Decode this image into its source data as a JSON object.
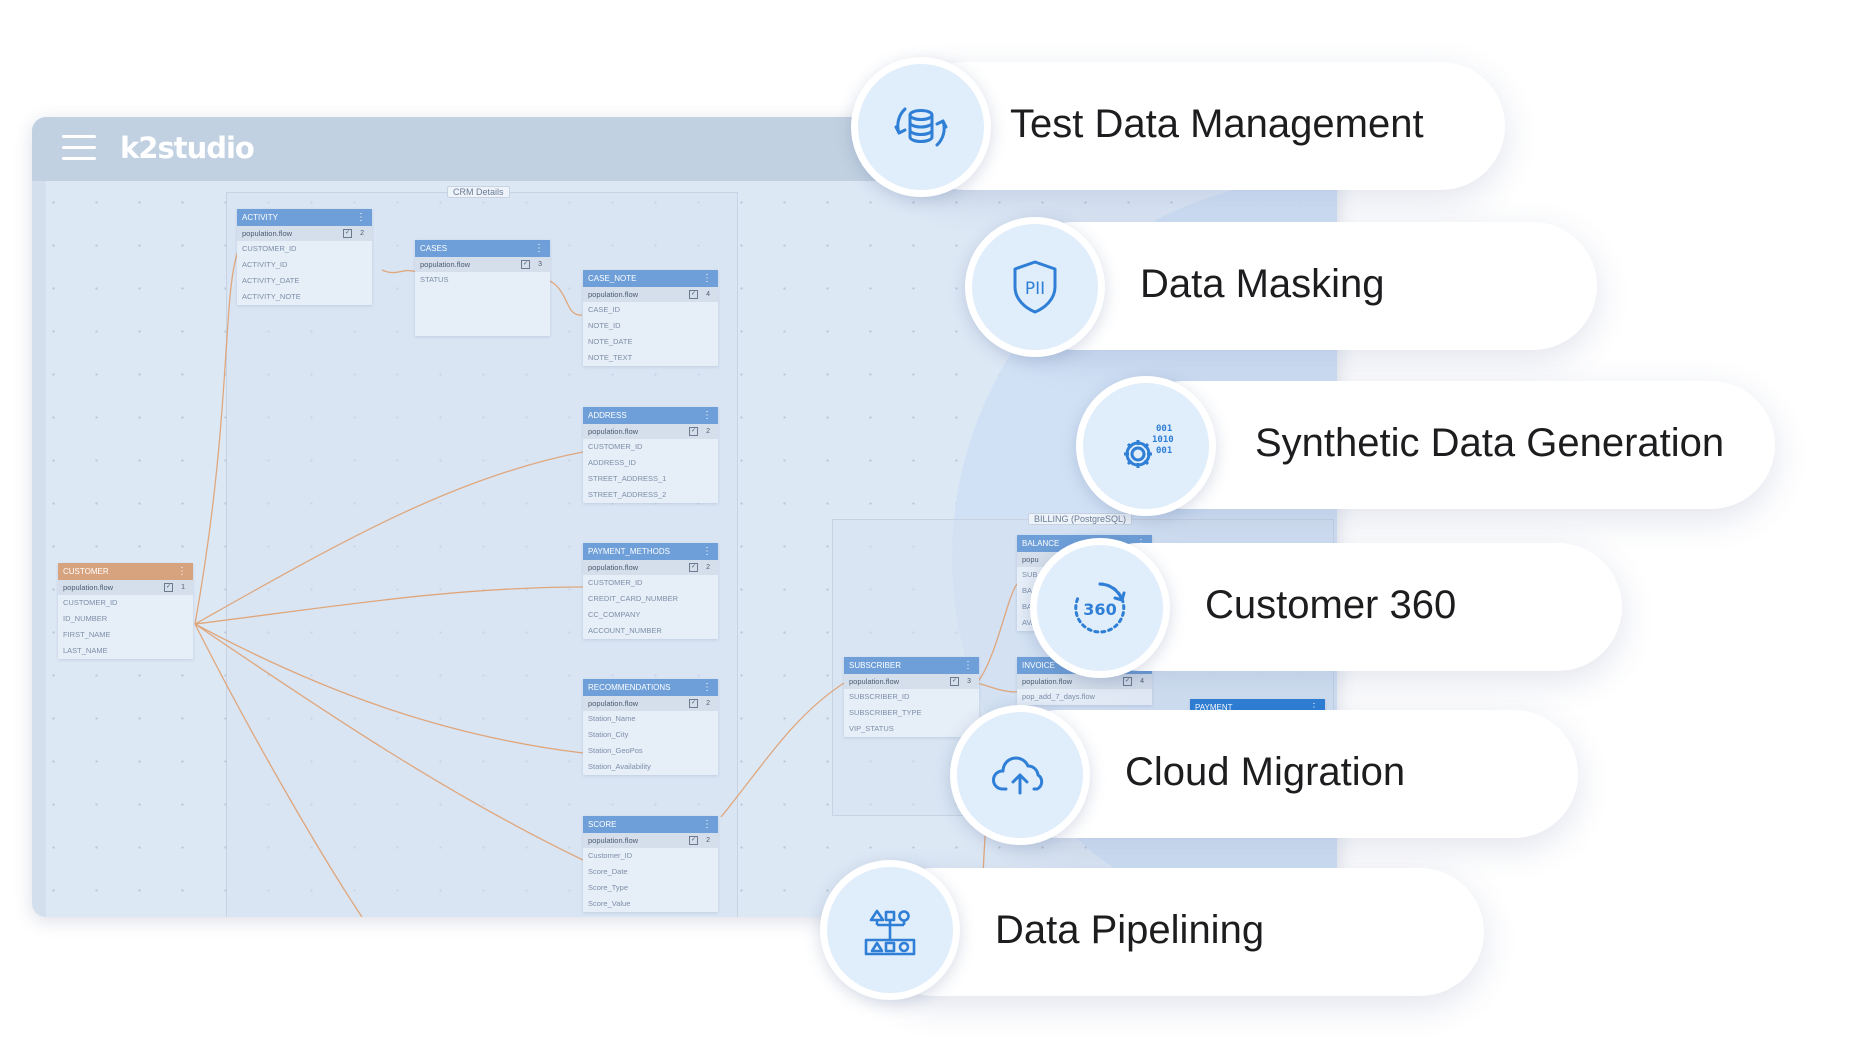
{
  "app": {
    "logo": "k2studio"
  },
  "groups": {
    "crm": "CRM Details",
    "billing": "BILLING (PostgreSQL)"
  },
  "tables": {
    "customer": {
      "name": "CUSTOMER",
      "flow": "population.flow",
      "count": "1",
      "fields": [
        "CUSTOMER_ID",
        "ID_NUMBER",
        "FIRST_NAME",
        "LAST_NAME"
      ]
    },
    "activity": {
      "name": "ACTIVITY",
      "flow": "population.flow",
      "count": "2",
      "fields": [
        "CUSTOMER_ID",
        "ACTIVITY_ID",
        "ACTIVITY_DATE",
        "ACTIVITY_NOTE"
      ]
    },
    "cases": {
      "name": "CASES",
      "flow": "population.flow",
      "count": "3",
      "fields": [
        "STATUS"
      ]
    },
    "case_note": {
      "name": "CASE_NOTE",
      "flow": "population.flow",
      "count": "4",
      "fields": [
        "CASE_ID",
        "NOTE_ID",
        "NOTE_DATE",
        "NOTE_TEXT"
      ]
    },
    "address": {
      "name": "ADDRESS",
      "flow": "population.flow",
      "count": "2",
      "fields": [
        "CUSTOMER_ID",
        "ADDRESS_ID",
        "STREET_ADDRESS_1",
        "STREET_ADDRESS_2"
      ]
    },
    "payment_methods": {
      "name": "PAYMENT_METHODS",
      "flow": "population.flow",
      "count": "2",
      "fields": [
        "CUSTOMER_ID",
        "CREDIT_CARD_NUMBER",
        "CC_COMPANY",
        "ACCOUNT_NUMBER"
      ]
    },
    "recommendations": {
      "name": "RECOMMENDATIONS",
      "flow": "population.flow",
      "count": "2",
      "fields": [
        "Station_Name",
        "Station_City",
        "Station_GeoPos",
        "Station_Availability"
      ]
    },
    "score": {
      "name": "SCORE",
      "flow": "population.flow",
      "count": "2",
      "fields": [
        "Customer_ID",
        "Score_Date",
        "Score_Type",
        "Score_Value"
      ]
    },
    "subscriber": {
      "name": "SUBSCRIBER",
      "flow": "population.flow",
      "count": "3",
      "fields": [
        "SUBSCRIBER_ID",
        "SUBSCRIBER_TYPE",
        "VIP_STATUS"
      ]
    },
    "balance": {
      "name": "BALANCE",
      "flow": "popu",
      "count": "",
      "fields": [
        "SUB",
        "BA",
        "BA",
        "AVA"
      ]
    },
    "invoice": {
      "name": "INVOICE",
      "flow": "population.flow",
      "count": "4",
      "fields": [
        "pop_add_7_days.flow"
      ]
    },
    "payment": {
      "name": "PAYMENT"
    }
  },
  "features": [
    {
      "label": "Test Data Management",
      "icon": "database-sync-icon"
    },
    {
      "label": "Data Masking",
      "icon": "pii-shield-icon"
    },
    {
      "label": "Synthetic Data Generation",
      "icon": "gear-binary-icon"
    },
    {
      "label": "Customer 360",
      "icon": "360-icon"
    },
    {
      "label": "Cloud Migration",
      "icon": "cloud-upload-icon"
    },
    {
      "label": "Data Pipelining",
      "icon": "pipeline-icon"
    }
  ],
  "colors": {
    "accent": "#2f7fd6",
    "icon_bg": "#e0edfb",
    "table_header": "#6e9fd8",
    "customer_header": "#d7a27e",
    "link_line": "#e0a070"
  }
}
